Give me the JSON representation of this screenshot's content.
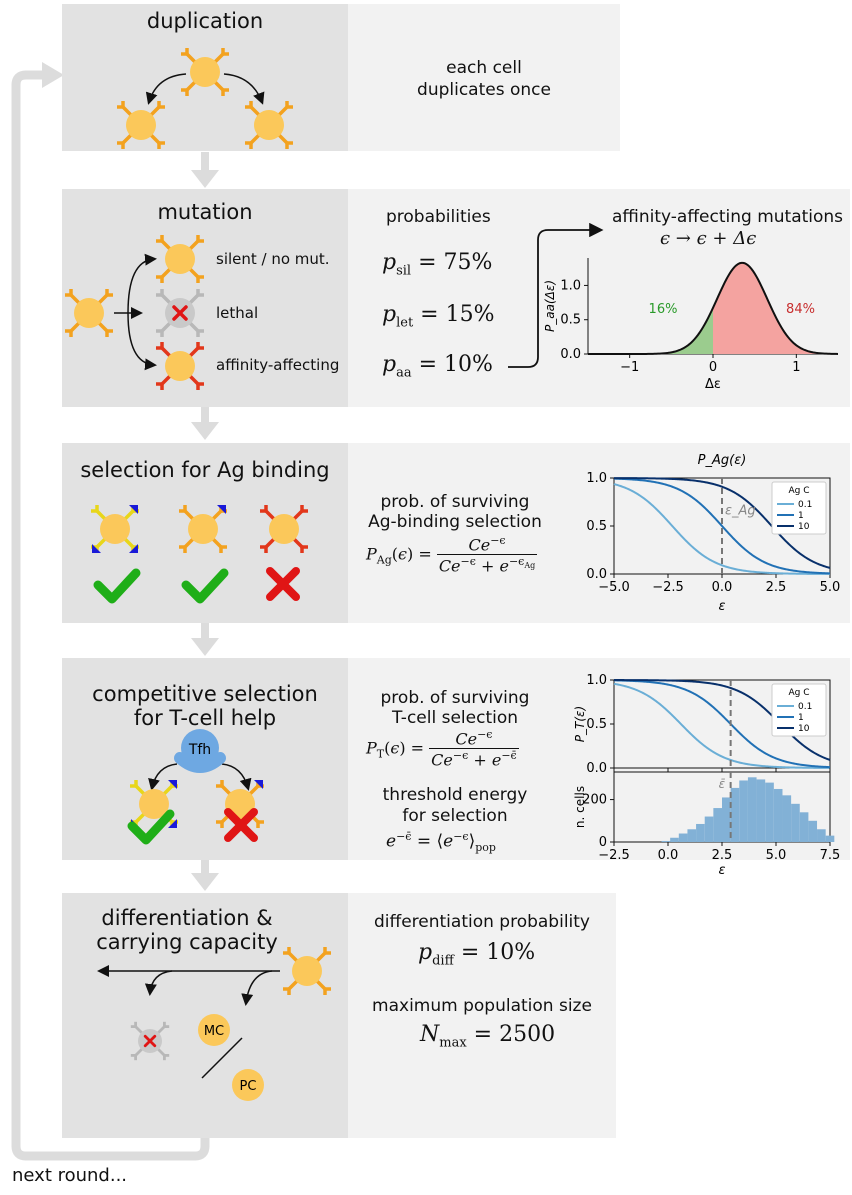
{
  "steps": {
    "duplication": {
      "title": "duplication",
      "desc1": "each cell",
      "desc2": "duplicates once"
    },
    "mutation": {
      "title": "mutation",
      "labels": {
        "silent": "silent / no mut.",
        "lethal": "lethal",
        "aa": "affinity-affecting"
      },
      "prob_header": "probabilities",
      "p_sil": "= 75%",
      "p_let": "= 15%",
      "p_aa": "= 10%",
      "aa_title": "affinity-affecting mutations",
      "aa_formula": "ϵ → ϵ + Δϵ"
    },
    "selection": {
      "title": "selection for Ag binding",
      "desc1": "prob. of surviving",
      "desc2": "Ag-binding selection"
    },
    "competitive": {
      "title1": "competitive selection",
      "title2": "for T-cell help",
      "tfh": "Tfh",
      "desc1": "prob. of surviving",
      "desc2": "T-cell selection",
      "thr1": "threshold energy",
      "thr2": "for selection"
    },
    "differentiation": {
      "title1": "differentiation &",
      "title2": "carrying capacity",
      "mc": "MC",
      "pc": "PC",
      "desc1": "differentiation probability",
      "p_diff": "= 10%",
      "desc2": "maximum population size",
      "n_max": "= 2500"
    }
  },
  "footer": {
    "next_round": "next round..."
  },
  "colors": {
    "cell": "#fbc85a",
    "arm_orange": "#f3a21f",
    "arm_red": "#e2371b",
    "arm_yellow": "#e8d61a",
    "arm_grey": "#b8b8b8",
    "check": "#1fae18",
    "cross": "#e01515",
    "tfh": "#6ea8e2",
    "green_area": "#9bcc8e",
    "red_area": "#f4a3a0",
    "curve_light": "#6aaed6",
    "curve_mid": "#2171b5",
    "curve_dark": "#08306b",
    "hist": "#82b1d6"
  },
  "chart_data": [
    {
      "type": "area",
      "title": "",
      "xlabel": "Δε",
      "ylabel": "P_aa(Δε)",
      "xlim": [
        -1.5,
        1.5
      ],
      "ylim": [
        0,
        1.4
      ],
      "xticks": [
        "−1",
        "0",
        "1"
      ],
      "yticks": [
        "0.0",
        "0.5",
        "1.0"
      ],
      "distribution": {
        "mean": 0.35,
        "sd": 0.3,
        "peak": 1.33
      },
      "annotations": [
        "16%",
        "84%"
      ]
    },
    {
      "type": "line",
      "title": "P_Ag(ε)",
      "xlabel": "ε",
      "ylabel": "",
      "xlim": [
        -5,
        5
      ],
      "ylim": [
        0,
        1
      ],
      "xticks": [
        "−5.0",
        "−2.5",
        "0.0",
        "2.5",
        "5.0"
      ],
      "yticks": [
        "0.0",
        "0.5",
        "1.0"
      ],
      "legend_title": "Ag C",
      "legend_placement": "top-right",
      "series": [
        {
          "name": "0.1",
          "C": 0.1
        },
        {
          "name": "1",
          "C": 1
        },
        {
          "name": "10",
          "C": 10
        }
      ],
      "threshold_label": "ε_Ag",
      "threshold_x": 0
    },
    {
      "type": "line",
      "title": "",
      "xlabel": "",
      "ylabel": "P_T(ε)",
      "xlim": [
        -2.5,
        7.5
      ],
      "ylim": [
        0,
        1
      ],
      "yticks": [
        "0.0",
        "0.5",
        "1.0"
      ],
      "legend_title": "Ag C",
      "legend_placement": "top-right",
      "series": [
        {
          "name": "0.1",
          "C": 0.1
        },
        {
          "name": "1",
          "C": 1
        },
        {
          "name": "10",
          "C": 10
        }
      ],
      "threshold_x": 2.9,
      "threshold_label": "ε̄"
    },
    {
      "type": "bar",
      "title": "",
      "xlabel": "ε",
      "ylabel": "n. cells",
      "xlim": [
        -2.5,
        7.5
      ],
      "ylim": [
        0,
        330
      ],
      "xticks": [
        "−2.5",
        "0.0",
        "2.5",
        "5.0",
        "7.5"
      ],
      "yticks": [
        "0",
        "200"
      ],
      "bin_width": 0.4,
      "bins_start": -0.3,
      "values": [
        5,
        20,
        40,
        60,
        85,
        120,
        160,
        210,
        255,
        290,
        305,
        295,
        280,
        250,
        220,
        180,
        140,
        100,
        60,
        30
      ],
      "threshold_x": 2.9
    }
  ]
}
